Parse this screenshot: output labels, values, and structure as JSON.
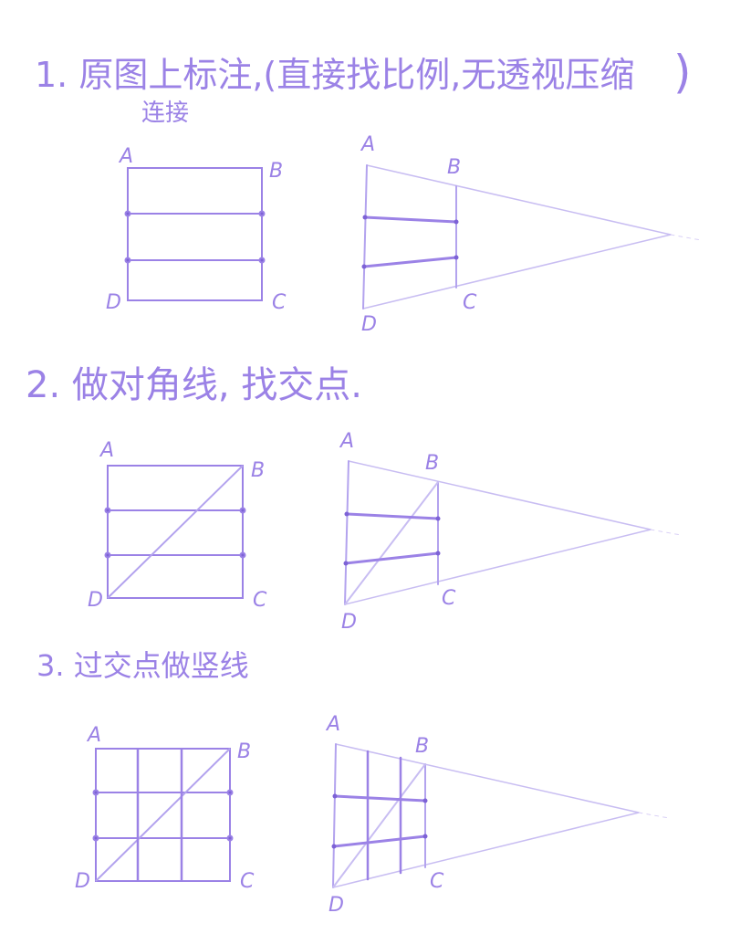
{
  "step1": {
    "title": "1. 原图上标注,(直接找比例,无透视压缩",
    "close_paren": ")",
    "subnote": "连接"
  },
  "step2": {
    "title": "2. 做对角线, 找交点."
  },
  "step3": {
    "title": "3. 过交点做竖线"
  },
  "corners": {
    "a": "A",
    "b": "B",
    "c": "C",
    "d": "D"
  },
  "colors": {
    "line": "#9b82e6",
    "light": "#c8bdf2"
  }
}
